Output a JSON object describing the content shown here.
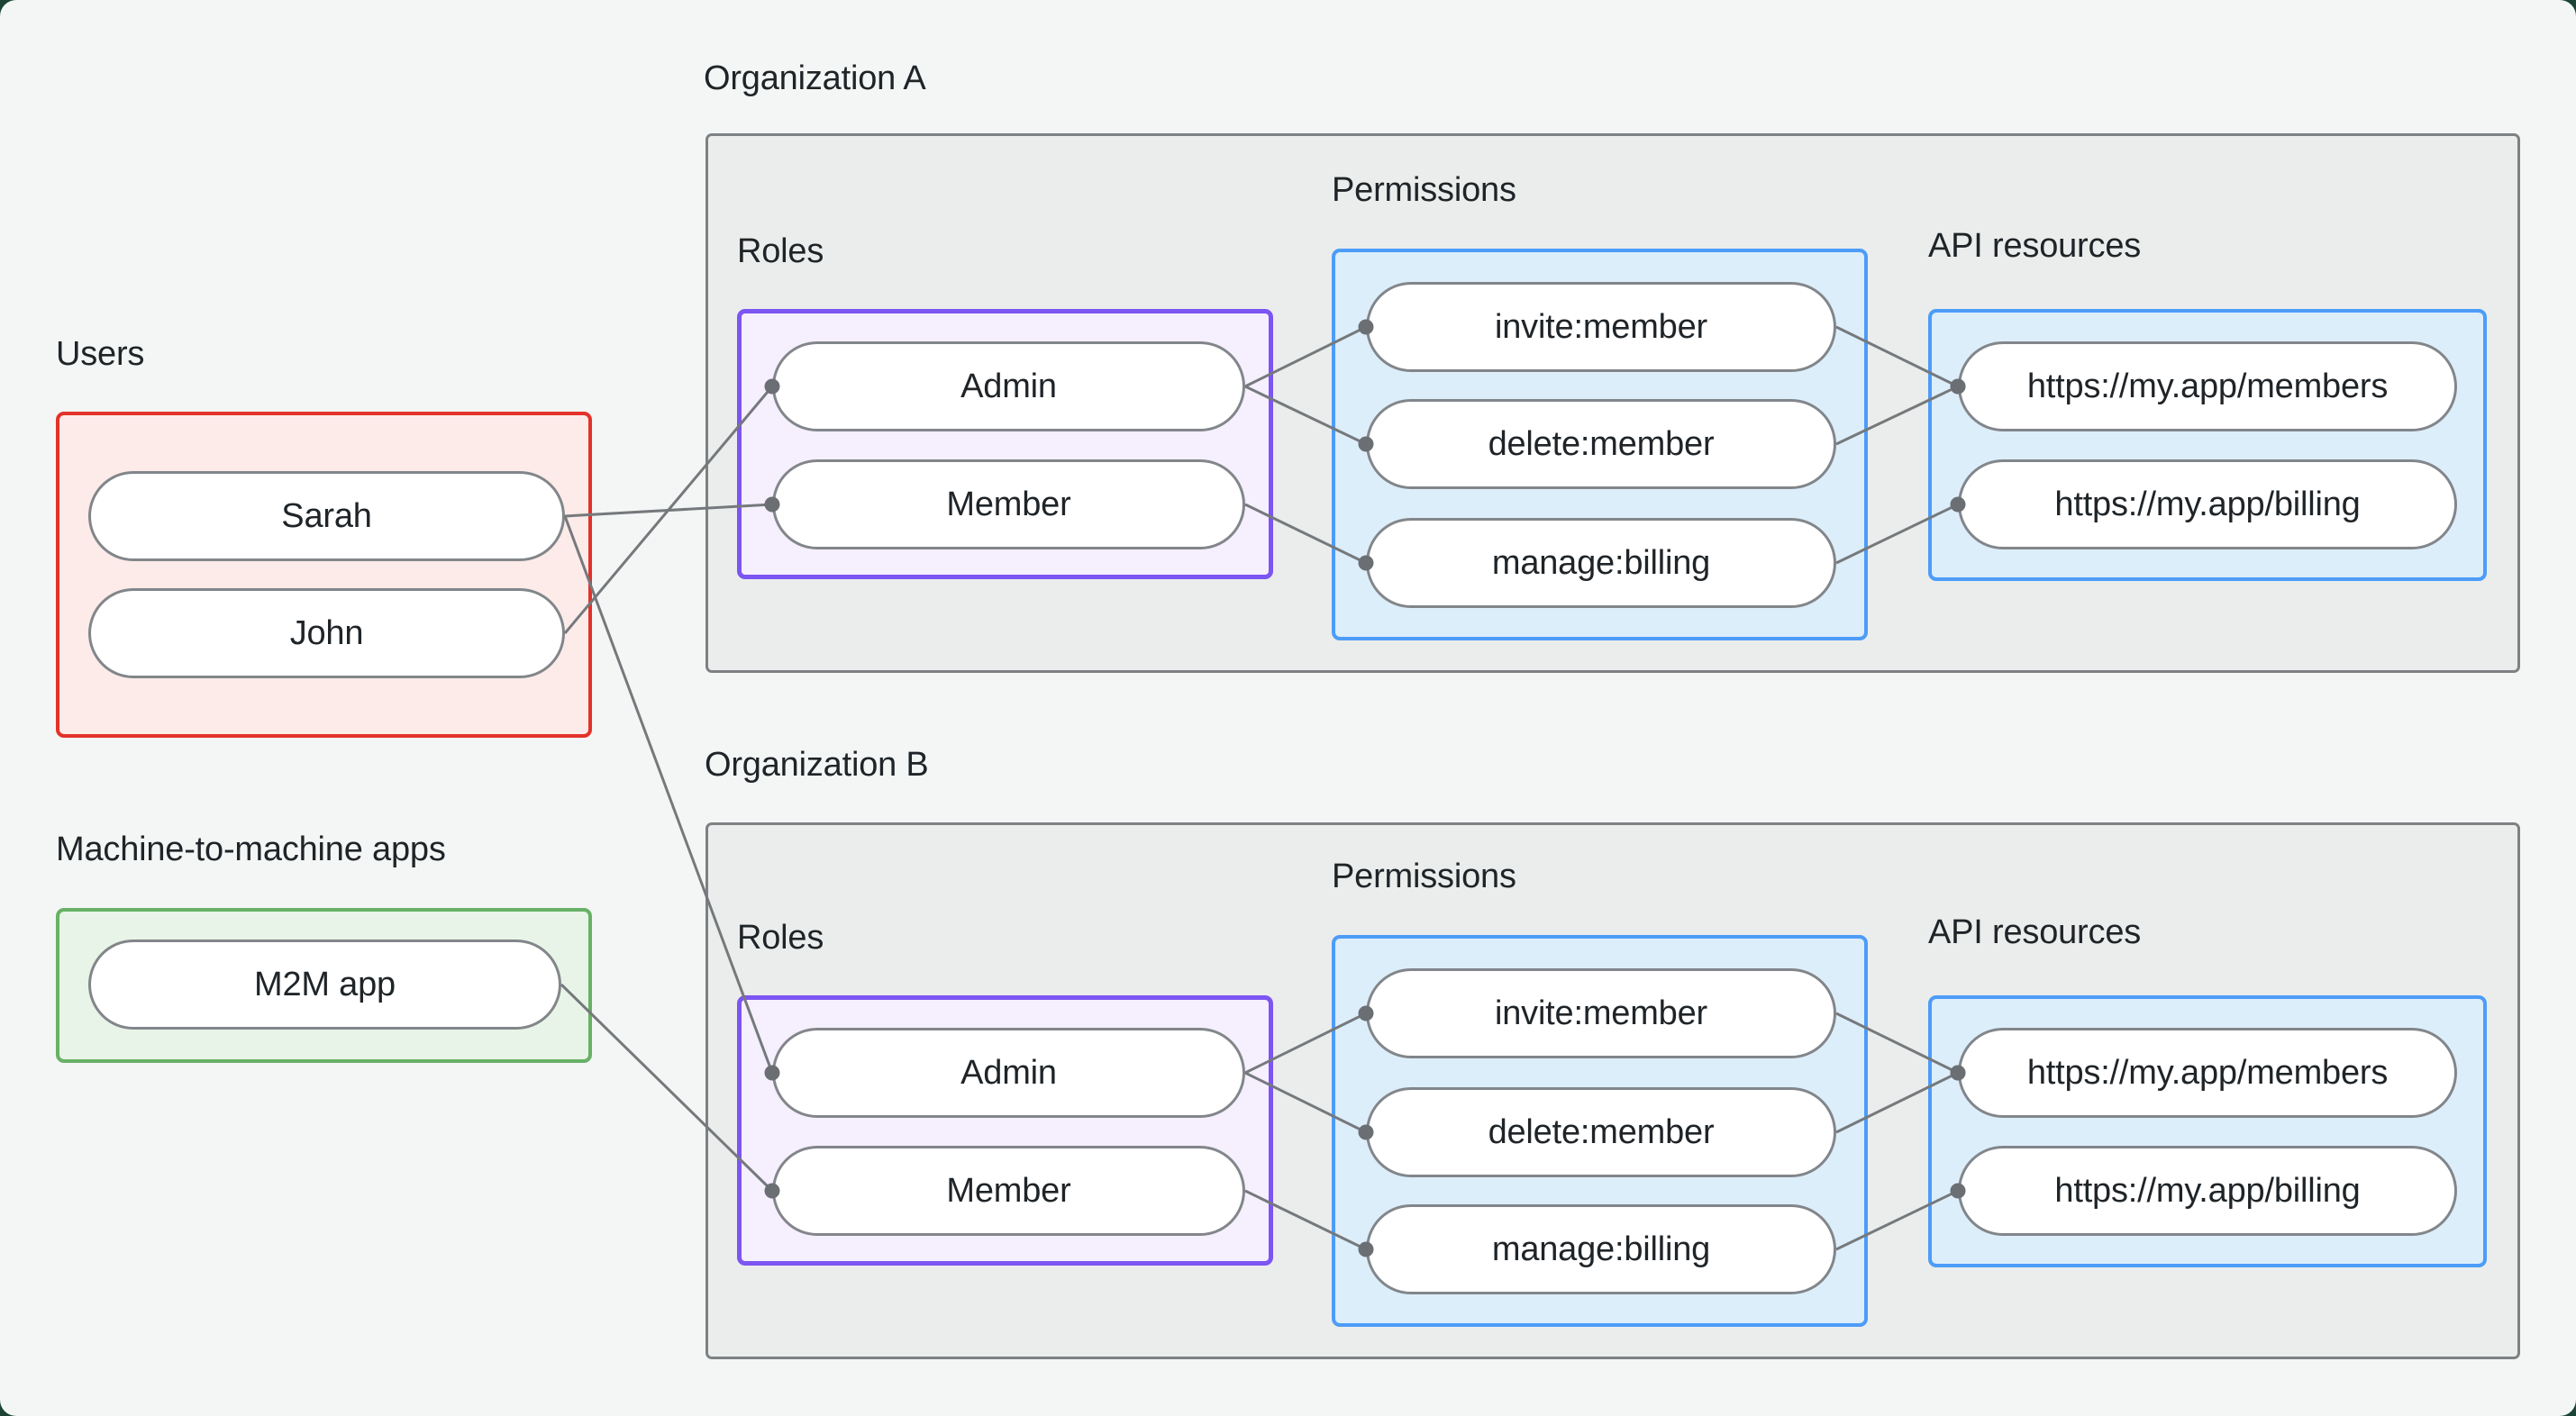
{
  "colors": {
    "page_bg": "#f4f6f5",
    "corner_backdrop": "#1c4434",
    "org_box_bg": "#ebedec",
    "org_box_border": "#7d8184",
    "users_box_bg": "#fcebe9",
    "users_box_border": "#e3322a",
    "m2m_box_bg": "#e8f4e7",
    "m2m_box_border": "#68b166",
    "roles_box_bg": "#f5effe",
    "roles_box_border": "#7c55f2",
    "blue_box_bg": "#ddeefb",
    "blue_box_border": "#4d9cf8",
    "pill_bg": "#ffffff",
    "pill_border": "#82868a",
    "line": "#75797c",
    "dot": "#6b6f73",
    "text": "#1f2428"
  },
  "users": {
    "label": "Users",
    "nodes": [
      {
        "id": "sarah",
        "label": "Sarah"
      },
      {
        "id": "john",
        "label": "John"
      }
    ]
  },
  "m2m": {
    "label": "Machine-to-machine apps",
    "nodes": [
      {
        "id": "m2m_app",
        "label": "M2M app"
      }
    ]
  },
  "orgs": [
    {
      "id": "orgA",
      "title": "Organization A",
      "roles_label": "Roles",
      "permissions_label": "Permissions",
      "api_label": "API resources",
      "roles": [
        {
          "id": "orgA_admin",
          "label": "Admin"
        },
        {
          "id": "orgA_member",
          "label": "Member"
        }
      ],
      "permissions": [
        {
          "id": "orgA_invite",
          "label": "invite:member"
        },
        {
          "id": "orgA_delete",
          "label": "delete:member"
        },
        {
          "id": "orgA_manage",
          "label": "manage:billing"
        }
      ],
      "api_resources": [
        {
          "id": "orgA_members",
          "label": "https://my.app/members"
        },
        {
          "id": "orgA_billing",
          "label": "https://my.app/billing"
        }
      ]
    },
    {
      "id": "orgB",
      "title": "Organization B",
      "roles_label": "Roles",
      "permissions_label": "Permissions",
      "api_label": "API resources",
      "roles": [
        {
          "id": "orgB_admin",
          "label": "Admin"
        },
        {
          "id": "orgB_member",
          "label": "Member"
        }
      ],
      "permissions": [
        {
          "id": "orgB_invite",
          "label": "invite:member"
        },
        {
          "id": "orgB_delete",
          "label": "delete:member"
        },
        {
          "id": "orgB_manage",
          "label": "manage:billing"
        }
      ],
      "api_resources": [
        {
          "id": "orgB_members",
          "label": "https://my.app/members"
        },
        {
          "id": "orgB_billing",
          "label": "https://my.app/billing"
        }
      ]
    }
  ],
  "edges": [
    {
      "from": "sarah",
      "to": "orgA_member"
    },
    {
      "from": "john",
      "to": "orgA_admin"
    },
    {
      "from": "sarah",
      "to": "orgB_admin"
    },
    {
      "from": "m2m_app",
      "to": "orgB_member"
    },
    {
      "from": "orgA_admin",
      "to": "orgA_invite"
    },
    {
      "from": "orgA_admin",
      "to": "orgA_delete"
    },
    {
      "from": "orgA_member",
      "to": "orgA_manage"
    },
    {
      "from": "orgA_invite",
      "to": "orgA_members"
    },
    {
      "from": "orgA_delete",
      "to": "orgA_members"
    },
    {
      "from": "orgA_manage",
      "to": "orgA_billing"
    },
    {
      "from": "orgB_admin",
      "to": "orgB_invite"
    },
    {
      "from": "orgB_admin",
      "to": "orgB_delete"
    },
    {
      "from": "orgB_member",
      "to": "orgB_manage"
    },
    {
      "from": "orgB_invite",
      "to": "orgB_members"
    },
    {
      "from": "orgB_delete",
      "to": "orgB_members"
    },
    {
      "from": "orgB_manage",
      "to": "orgB_billing"
    }
  ]
}
